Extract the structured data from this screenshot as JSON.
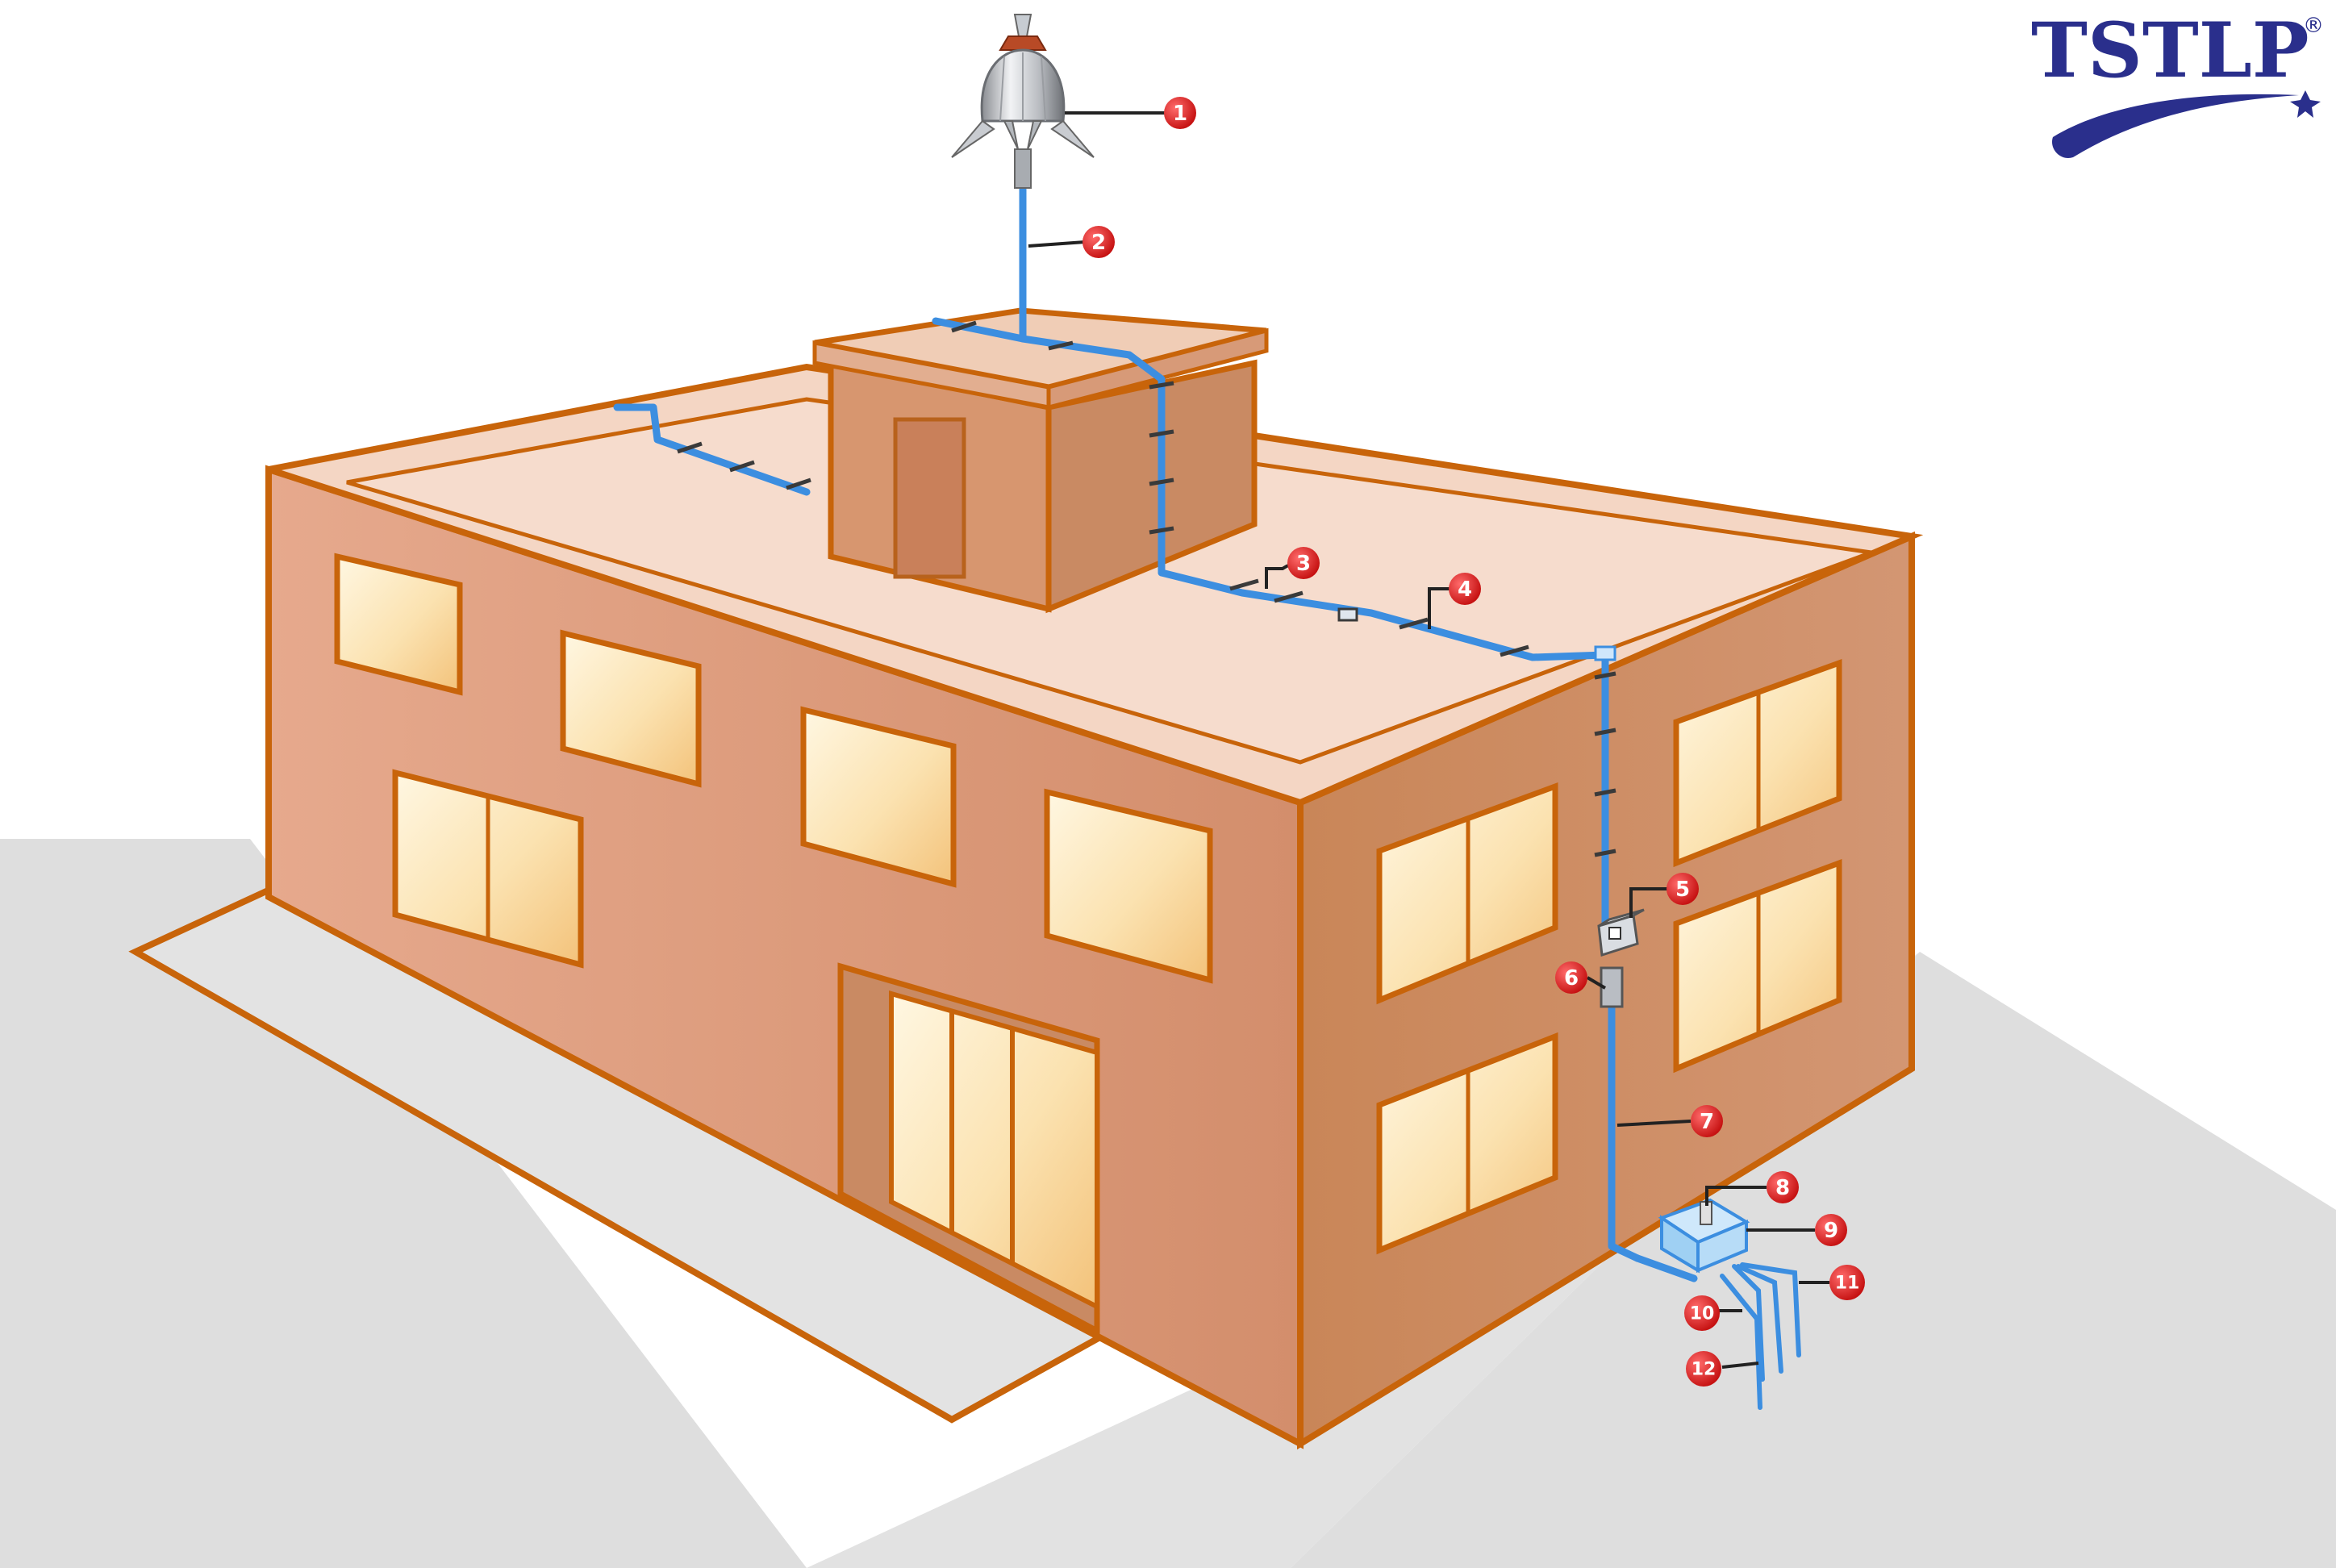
{
  "logo": {
    "text": "TSTLP",
    "registered": "®",
    "color": "#2a2f8c"
  },
  "callouts": [
    {
      "number": "1"
    },
    {
      "number": "2"
    },
    {
      "number": "3"
    },
    {
      "number": "4"
    },
    {
      "number": "5"
    },
    {
      "number": "6"
    },
    {
      "number": "7"
    },
    {
      "number": "8"
    },
    {
      "number": "9"
    },
    {
      "number": "10"
    },
    {
      "number": "11"
    },
    {
      "number": "12"
    }
  ],
  "colors": {
    "building_front": "#d9987b",
    "building_side": "#cc8d68",
    "roof": "#f3d3c0",
    "outline": "#c8640a",
    "window_glow": "#fbe3b4",
    "conductor": "#3c8ee0",
    "callout": "#d41c1c",
    "ground": "#dcdcdc"
  }
}
